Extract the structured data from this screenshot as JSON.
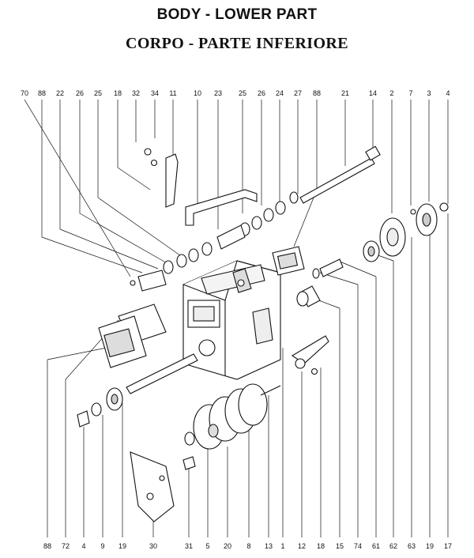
{
  "title": "BODY - LOWER PART",
  "subtitle": "CORPO - PARTE INFERIORE",
  "top_labels": [
    "70",
    "88",
    "22",
    "26",
    "25",
    "18",
    "32",
    "34",
    "11",
    "10",
    "23",
    "25",
    "26",
    "24",
    "27",
    "88",
    "21",
    "14",
    "2",
    "7",
    "3",
    "4"
  ],
  "bottom_labels": [
    "88",
    "72",
    "4",
    "9",
    "19",
    "30",
    "31",
    "5",
    "20",
    "8",
    "13",
    "1",
    "12",
    "18",
    "15",
    "74",
    "61",
    "62",
    "63",
    "19",
    "17"
  ]
}
